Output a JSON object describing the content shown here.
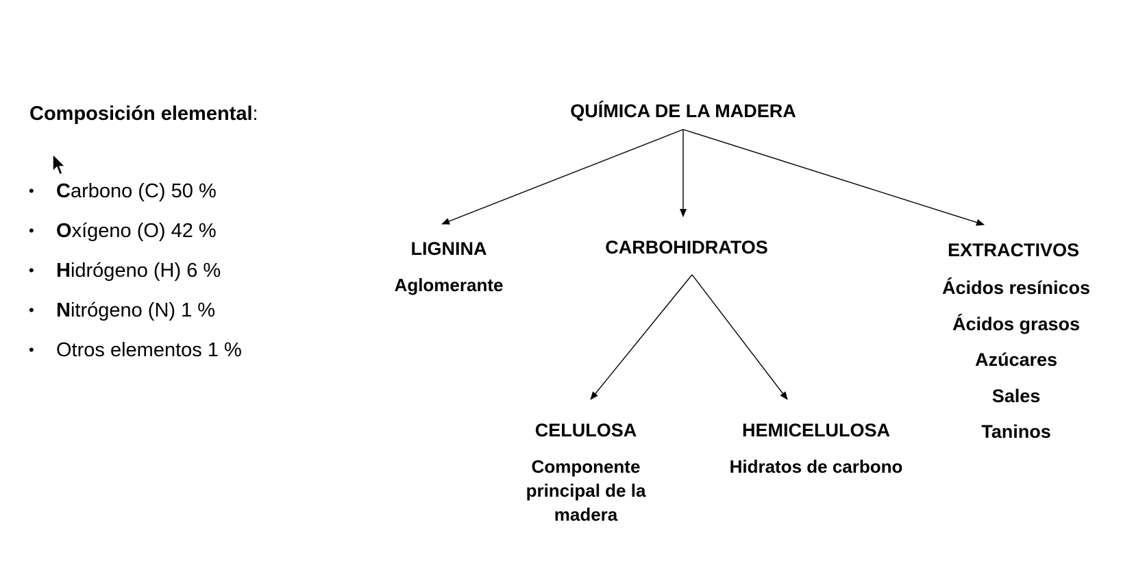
{
  "composition": {
    "title_bold": "Composición elemental",
    "title_suffix": ":",
    "items": [
      {
        "initial": "C",
        "rest": "arbono (C) 50 %"
      },
      {
        "initial": "O",
        "rest": "xígeno (O) 42 %"
      },
      {
        "initial": "H",
        "rest": "idrógeno (H) 6 %"
      },
      {
        "initial": "N",
        "rest": "itrógeno (N) 1 %"
      },
      {
        "initial": "",
        "rest": "Otros elementos 1 %"
      }
    ],
    "bullet": "•"
  },
  "diagram": {
    "root": "QUÍMICA DE LA MADERA",
    "lignina": {
      "title": "LIGNINA",
      "description": "Aglomerante"
    },
    "carbohidratos": {
      "title": "CARBOHIDRATOS"
    },
    "celulosa": {
      "title": "CELULOSA",
      "description": "Componente principal de la madera"
    },
    "hemicelulosa": {
      "title": "HEMICELULOSA",
      "description": "Hidratos de carbono"
    },
    "extractivos": {
      "title": "EXTRACTIVOS",
      "items": [
        "Ácidos resínicos",
        "Ácidos grasos",
        "Azúcares",
        "Sales",
        "Taninos"
      ]
    }
  }
}
